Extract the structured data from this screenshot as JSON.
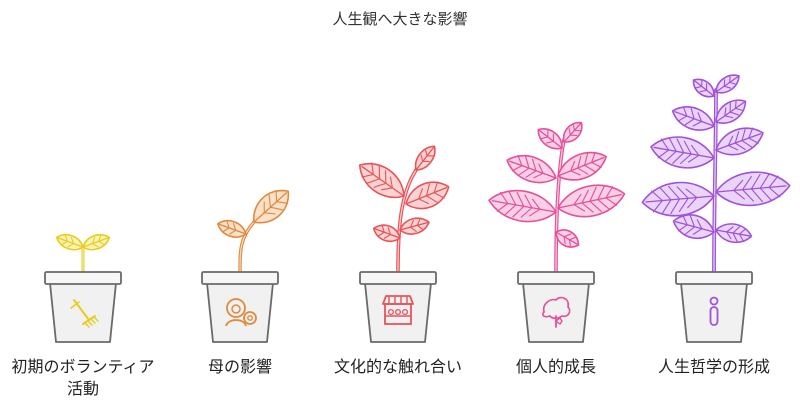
{
  "title": "人生観へ大きな影響",
  "stages": [
    {
      "label": "初期のボランティア活動",
      "icon": "rake-icon",
      "color": "#e7cd1d",
      "fill": "#fbf3b8"
    },
    {
      "label": "母の影響",
      "icon": "mother-icon",
      "color": "#e08a3c",
      "fill": "#fbe1c9"
    },
    {
      "label": "文化的な触れ合い",
      "icon": "market-stall-icon",
      "color": "#e8545a",
      "fill": "#fbd3d2"
    },
    {
      "label": "個人的成長",
      "icon": "growing-tree-icon",
      "color": "#e5509a",
      "fill": "#fad0e6"
    },
    {
      "label": "人生哲学の形成",
      "icon": "person-icon",
      "color": "#a052d8",
      "fill": "#ead4f8"
    }
  ]
}
